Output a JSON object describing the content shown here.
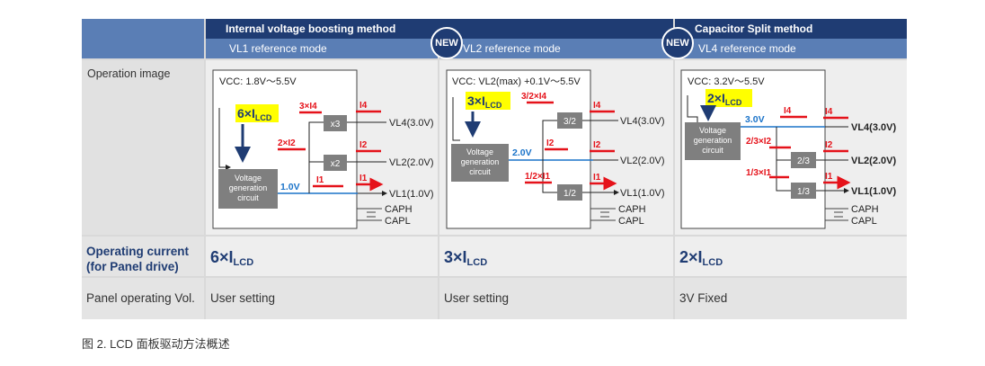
{
  "header": {
    "boost_title": "Internal voltage boosting method",
    "split_title": "Capacitor Split method",
    "new_badge": "NEW",
    "modes": [
      "VL1 reference mode",
      "VL2 reference mode",
      "VL4 reference mode"
    ]
  },
  "rows": {
    "operation_label": "Operation image",
    "current_label_line1": "Operating current",
    "current_label_line2": "(for Panel drive)",
    "voltage_label": "Panel operating Vol."
  },
  "current": [
    {
      "mult": "6×I",
      "sub": "LCD"
    },
    {
      "mult": "3×I",
      "sub": "LCD"
    },
    {
      "mult": "2×I",
      "sub": "LCD"
    }
  ],
  "voltage": [
    "User setting",
    "User setting",
    "3V Fixed"
  ],
  "diagrams": {
    "d1": {
      "vcc": "VCC: 1.8V～5.5V",
      "callout": "6×I",
      "callout_sub": "LCD",
      "block": [
        "Voltage",
        "generation",
        "circuit"
      ],
      "ref_v": "1.0V",
      "mults": [
        "x3",
        "x2"
      ],
      "currents": [
        "3×I4",
        "2×I2",
        "I1",
        "I4",
        "I2",
        "I1"
      ],
      "outputs": [
        "VL4(3.0V)",
        "VL2(2.0V)",
        "VL1(1.0V)"
      ],
      "caps": [
        "CAPH",
        "CAPL"
      ]
    },
    "d2": {
      "vcc": "VCC: VL2(max) +0.1V～5.5V",
      "callout": "3×I",
      "callout_sub": "LCD",
      "block": [
        "Voltage",
        "generation",
        "circuit"
      ],
      "ref_v": "2.0V",
      "mults": [
        "3/2",
        "1/2"
      ],
      "currents": [
        "3/2×I4",
        "I2",
        "1/2×I1",
        "I4",
        "I2",
        "I1"
      ],
      "outputs": [
        "VL4(3.0V)",
        "VL2(2.0V)",
        "VL1(1.0V)"
      ],
      "caps": [
        "CAPH",
        "CAPL"
      ]
    },
    "d3": {
      "vcc": "VCC: 3.2V～5.5V",
      "callout": "2×I",
      "callout_sub": "LCD",
      "block": [
        "Voltage",
        "generation",
        "circuit"
      ],
      "ref_v": "3.0V",
      "mults": [
        "2/3",
        "1/3"
      ],
      "currents": [
        "I4",
        "2/3×I2",
        "1/3×I1",
        "I4",
        "I2",
        "I1"
      ],
      "outputs": [
        "VL4(3.0V)",
        "VL2(2.0V)",
        "VL1(1.0V)"
      ],
      "caps": [
        "CAPH",
        "CAPL"
      ]
    }
  },
  "caption": "图 2. LCD 面板驱动方法概述",
  "colors": {
    "navy": "#1f3c73",
    "header_blue": "#5a7eb5",
    "arrow_red": "#e5121a",
    "ref_blue": "#1a73c9",
    "highlight": "#ffff00"
  }
}
